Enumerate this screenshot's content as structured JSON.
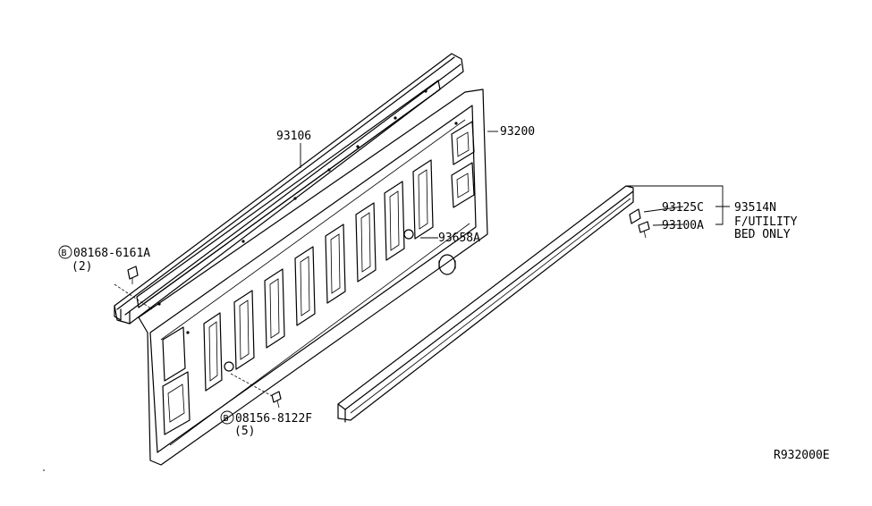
{
  "diagram": {
    "callouts": {
      "p93106": "93106",
      "p93200": "93200",
      "p93658A": "93658A",
      "p93125C": "93125C",
      "p93100A": "93100A",
      "p93514N": "93514N",
      "note_line1": "F/UTILITY",
      "note_line2": "BED ONLY",
      "bolt1_prefix": "B",
      "bolt1_code": "08168-6161A",
      "bolt1_qty": "(2)",
      "bolt2_prefix": "B",
      "bolt2_code": "08156-8122F",
      "bolt2_qty": "(5)"
    },
    "reference": "R932000E"
  }
}
